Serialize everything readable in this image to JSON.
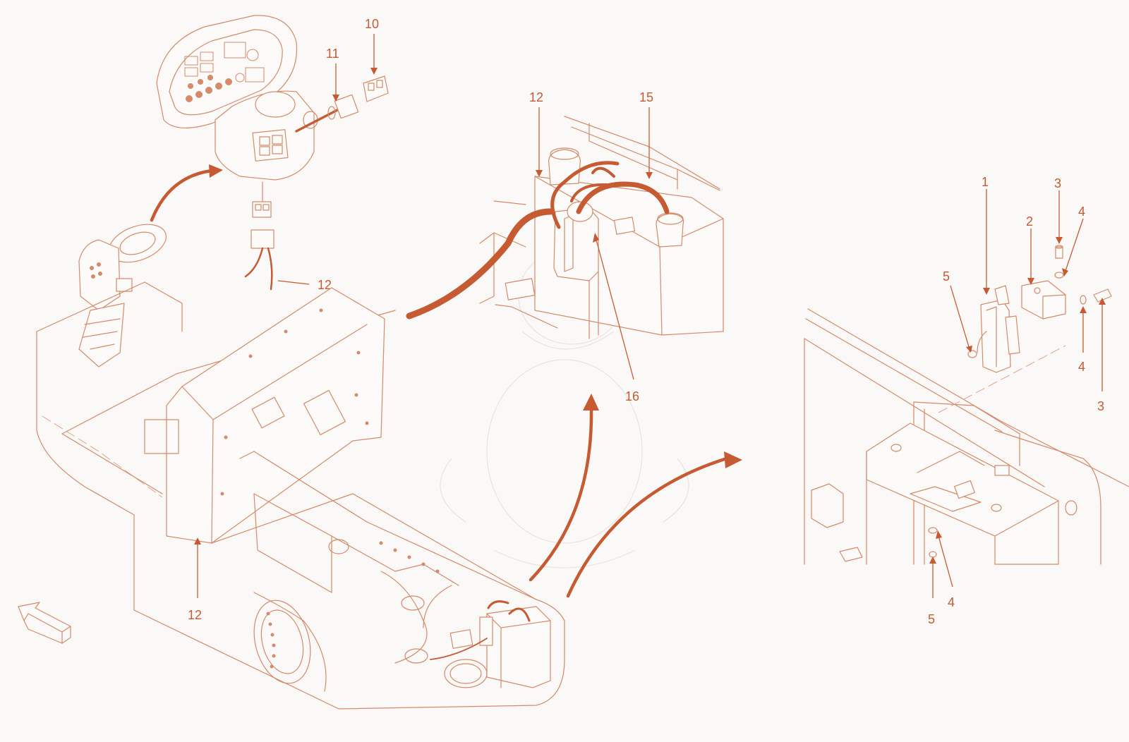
{
  "callouts": {
    "c10": "10",
    "c11": "11",
    "c12_dash": "12",
    "c12_relay": "12",
    "c15": "15",
    "c16": "16",
    "c12_frame": "12",
    "c1": "1",
    "c2": "2",
    "c3_top": "3",
    "c4_top": "4",
    "c5_top": "5",
    "c4_right": "4",
    "c3_right": "3",
    "c4_bottom": "4",
    "c5_bottom": "5"
  },
  "colors": {
    "line": "#d58a6a",
    "accent": "#c65a33",
    "background": "#fbf9f7"
  },
  "icons": {
    "orientation_arrow": "direction-arrow-icon"
  }
}
